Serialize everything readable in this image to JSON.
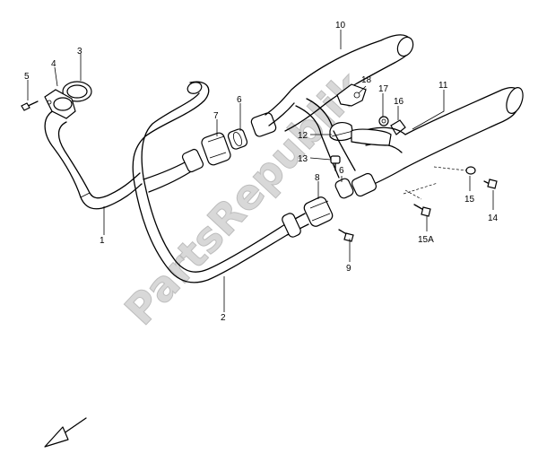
{
  "watermark": "PartsRepublik",
  "callouts": [
    {
      "id": "c1",
      "label": "1"
    },
    {
      "id": "c2",
      "label": "2"
    },
    {
      "id": "c3",
      "label": "3"
    },
    {
      "id": "c4",
      "label": "4"
    },
    {
      "id": "c5",
      "label": "5"
    },
    {
      "id": "c6a",
      "label": "6"
    },
    {
      "id": "c6b",
      "label": "6"
    },
    {
      "id": "c7",
      "label": "7"
    },
    {
      "id": "c8",
      "label": "8"
    },
    {
      "id": "c9",
      "label": "9"
    },
    {
      "id": "c10",
      "label": "10"
    },
    {
      "id": "c11",
      "label": "11"
    },
    {
      "id": "c12",
      "label": "12"
    },
    {
      "id": "c13",
      "label": "13"
    },
    {
      "id": "c14",
      "label": "14"
    },
    {
      "id": "c15",
      "label": "15"
    },
    {
      "id": "c15a",
      "label": "15A"
    },
    {
      "id": "c16",
      "label": "16"
    },
    {
      "id": "c17",
      "label": "17"
    },
    {
      "id": "c18",
      "label": "18"
    }
  ],
  "icons": {
    "direction": "front-arrow-icon"
  }
}
